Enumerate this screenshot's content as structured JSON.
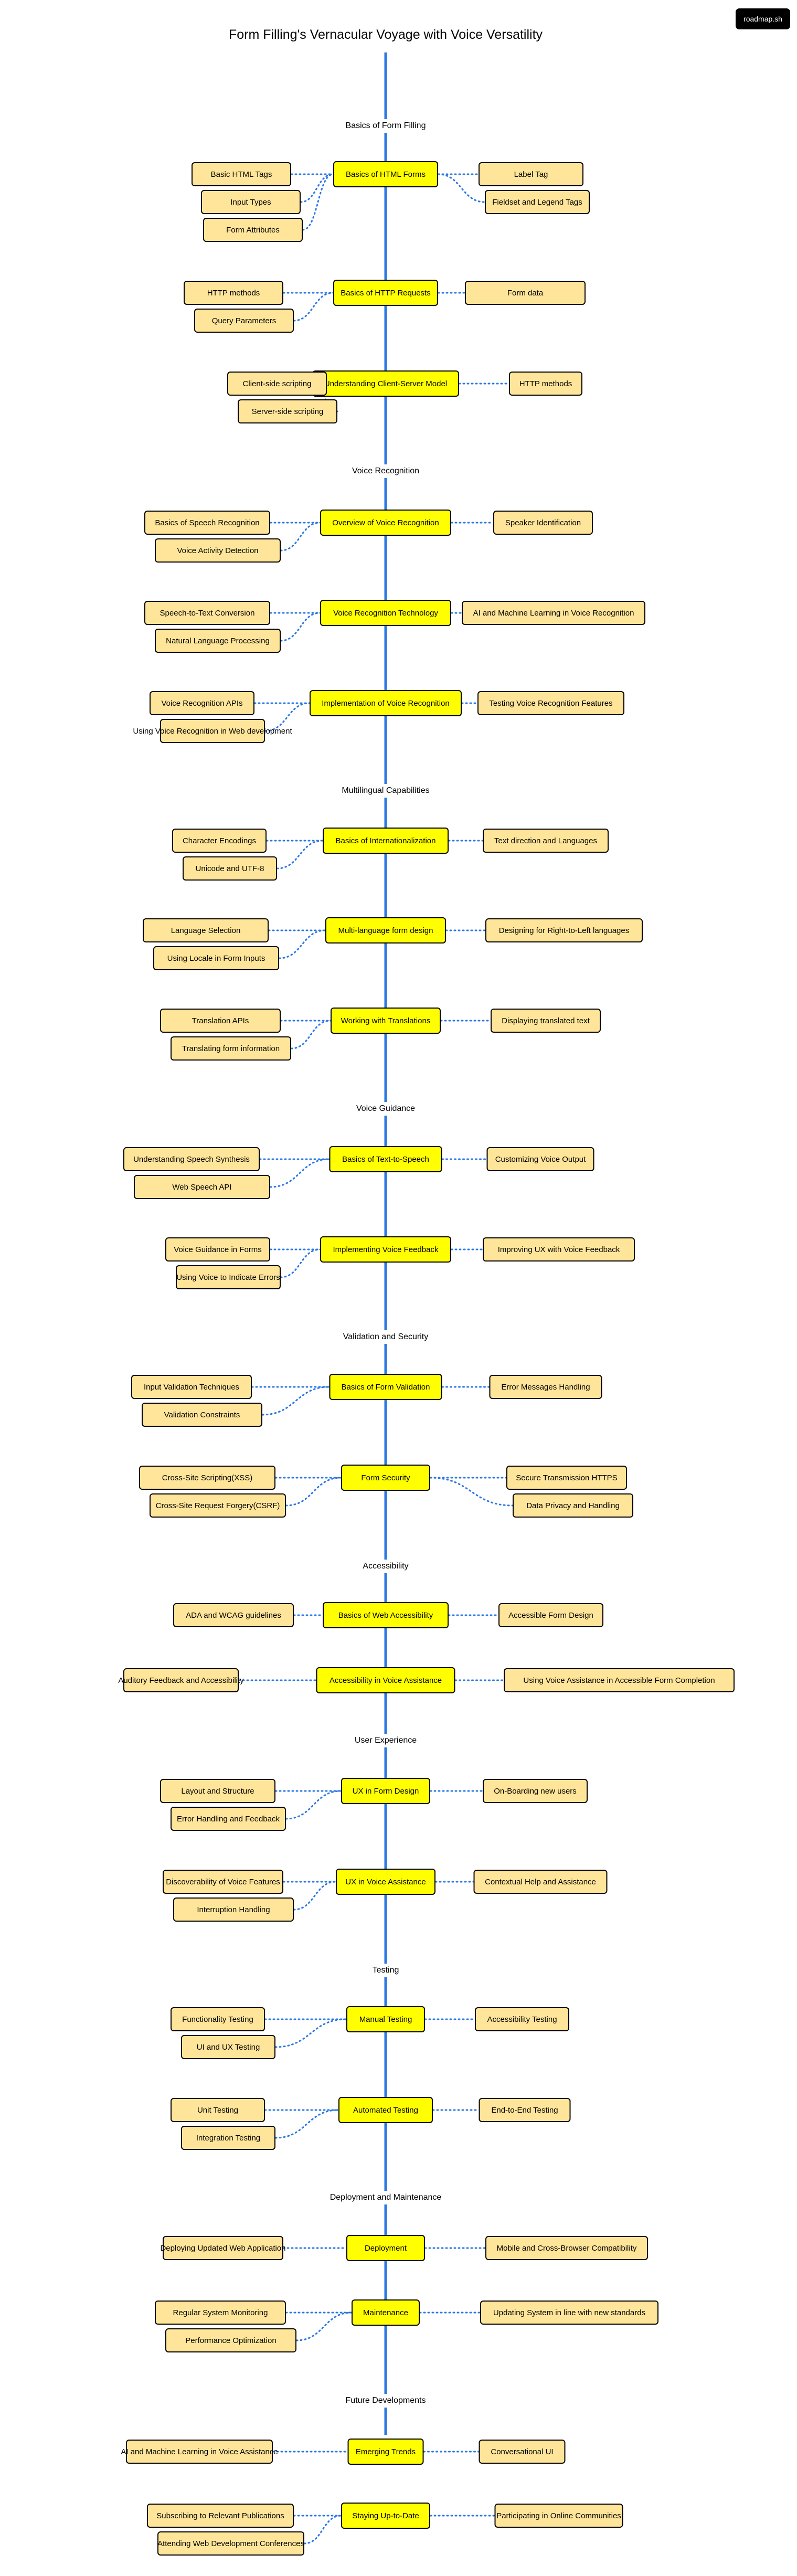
{
  "title": "Form Filling's Vernacular Voyage with Voice Versatility",
  "badge": "roadmap.sh",
  "colors": {
    "topic": "#ffff00",
    "subtopic": "#ffe599",
    "spine": "#2b78e4",
    "connector": "#2b78e4",
    "badge_bg": "#000000"
  },
  "sections": [
    {
      "label": "Basics of Form Filling",
      "topics": [
        {
          "label": "Basics of HTML Forms",
          "left": [
            "Basic HTML Tags",
            "Input Types",
            "Form Attributes"
          ],
          "right": [
            "Label Tag",
            "Fieldset and Legend Tags"
          ]
        },
        {
          "label": "Basics of HTTP Requests",
          "left": [
            "HTTP methods",
            "Query Parameters"
          ],
          "right": [
            "Form data"
          ]
        },
        {
          "label": "Understanding Client-Server Model",
          "left": [
            "Client-side scripting",
            "Server-side scripting"
          ],
          "right": [
            "HTTP methods"
          ]
        }
      ]
    },
    {
      "label": "Voice Recognition",
      "topics": [
        {
          "label": "Overview of Voice Recognition",
          "left": [
            "Basics of Speech Recognition",
            "Voice Activity Detection"
          ],
          "right": [
            "Speaker Identification"
          ]
        },
        {
          "label": "Voice Recognition Technology",
          "left": [
            "Speech-to-Text Conversion",
            "Natural Language Processing"
          ],
          "right": [
            "AI and Machine Learning in Voice Recognition"
          ]
        },
        {
          "label": "Implementation of Voice Recognition",
          "left": [
            "Voice Recognition APIs",
            "Using Voice Recognition in Web development"
          ],
          "right": [
            "Testing Voice Recognition Features"
          ]
        }
      ]
    },
    {
      "label": "Multilingual Capabilities",
      "topics": [
        {
          "label": "Basics of Internationalization",
          "left": [
            "Character Encodings",
            "Unicode and UTF-8"
          ],
          "right": [
            "Text direction and Languages"
          ]
        },
        {
          "label": "Multi-language form design",
          "left": [
            "Language Selection",
            "Using Locale in Form Inputs"
          ],
          "right": [
            "Designing for Right-to-Left languages"
          ]
        },
        {
          "label": "Working with Translations",
          "left": [
            "Translation APIs",
            "Translating form information"
          ],
          "right": [
            "Displaying translated text"
          ]
        }
      ]
    },
    {
      "label": "Voice Guidance",
      "topics": [
        {
          "label": "Basics of Text-to-Speech",
          "left": [
            "Understanding Speech Synthesis",
            "Web Speech API"
          ],
          "right": [
            "Customizing Voice Output"
          ]
        },
        {
          "label": "Implementing Voice Feedback",
          "left": [
            "Voice Guidance in Forms",
            "Using Voice to Indicate Errors"
          ],
          "right": [
            "Improving UX with Voice Feedback"
          ]
        }
      ]
    },
    {
      "label": "Validation and Security",
      "topics": [
        {
          "label": "Basics of Form Validation",
          "left": [
            "Input Validation Techniques",
            "Validation Constraints"
          ],
          "right": [
            "Error Messages Handling"
          ]
        },
        {
          "label": "Form Security",
          "left": [
            "Cross-Site Scripting(XSS)",
            "Cross-Site Request Forgery(CSRF)"
          ],
          "right": [
            "Secure Transmission HTTPS",
            "Data Privacy and Handling"
          ]
        }
      ]
    },
    {
      "label": "Accessibility",
      "topics": [
        {
          "label": "Basics of Web Accessibility",
          "left": [
            "ADA and WCAG guidelines"
          ],
          "right": [
            "Accessible Form Design"
          ]
        },
        {
          "label": "Accessibility in Voice Assistance",
          "left": [
            "Auditory Feedback and Accessibility"
          ],
          "right": [
            "Using Voice Assistance in Accessible Form Completion"
          ]
        }
      ]
    },
    {
      "label": "User Experience",
      "topics": [
        {
          "label": "UX in Form Design",
          "left": [
            "Layout and Structure",
            "Error Handling and Feedback"
          ],
          "right": [
            "On-Boarding new users"
          ]
        },
        {
          "label": "UX in Voice Assistance",
          "left": [
            "Discoverability of Voice Features",
            "Interruption Handling"
          ],
          "right": [
            "Contextual Help and Assistance"
          ]
        }
      ]
    },
    {
      "label": "Testing",
      "topics": [
        {
          "label": "Manual Testing",
          "left": [
            "Functionality Testing",
            "UI and UX Testing"
          ],
          "right": [
            "Accessibility Testing"
          ]
        },
        {
          "label": "Automated Testing",
          "left": [
            "Unit Testing",
            "Integration Testing"
          ],
          "right": [
            "End-to-End Testing"
          ]
        }
      ]
    },
    {
      "label": "Deployment and Maintenance",
      "topics": [
        {
          "label": "Deployment",
          "left": [
            "Deploying Updated Web Application"
          ],
          "right": [
            "Mobile and Cross-Browser Compatibility"
          ]
        },
        {
          "label": "Maintenance",
          "left": [
            "Regular System Monitoring",
            "Performance Optimization"
          ],
          "right": [
            "Updating System in line with new standards"
          ]
        }
      ]
    },
    {
      "label": "Future Developments",
      "topics": [
        {
          "label": "Emerging Trends",
          "left": [
            "AI and Machine Learning in Voice Assistance"
          ],
          "right": [
            "Conversational UI"
          ]
        },
        {
          "label": "Staying Up-to-Date",
          "left": [
            "Subscribing to Relevant Publications",
            "Attending Web Development Conferences"
          ],
          "right": [
            "Participating in Online Communities"
          ]
        }
      ]
    }
  ]
}
